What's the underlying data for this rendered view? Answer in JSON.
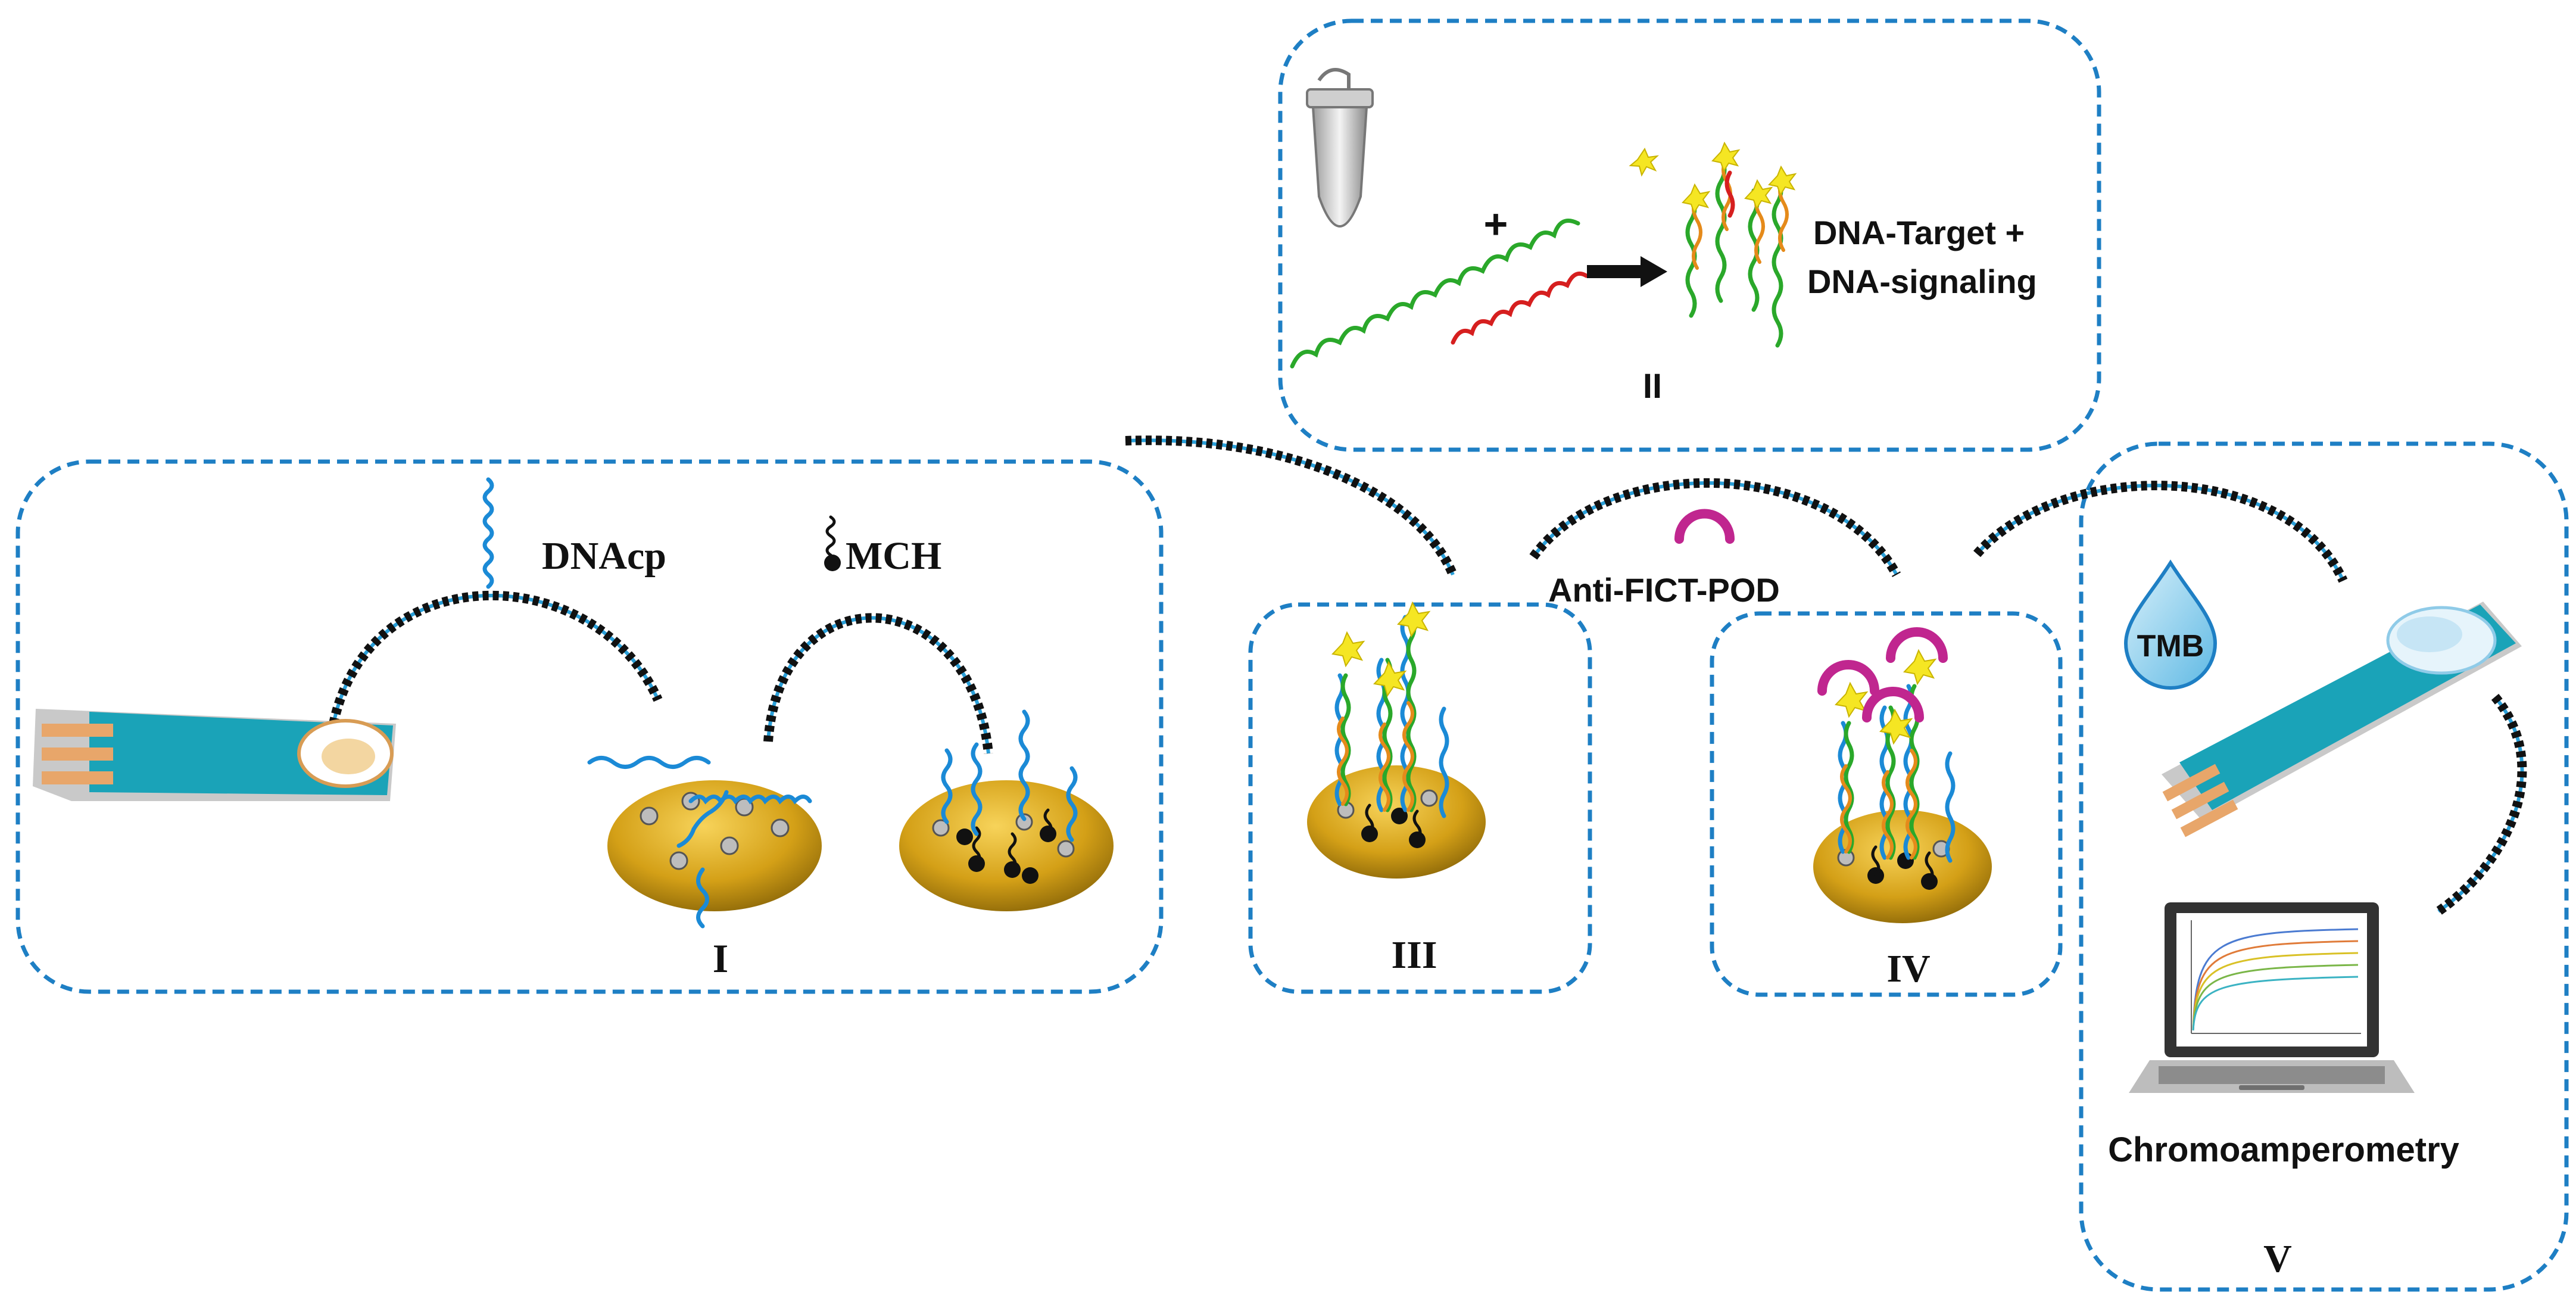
{
  "labels": {
    "dnacp": "DNAcp",
    "mch": "MCH",
    "step_i": "I",
    "step_ii": "II",
    "step_iii": "III",
    "step_iv": "IV",
    "step_v": "V",
    "dna_target_line1": "DNA-Target +",
    "dna_target_line2": "DNA-signaling",
    "anti_fict_pod": "Anti-FICT-POD",
    "tmb": "TMB",
    "chromoamperometry": "Chromoamperometry"
  },
  "colors": {
    "panel_border": "#1e7fc4",
    "electrode_teal": "#1aa3b8",
    "gold": "#d4a017",
    "dna_blue": "#1b8ad6",
    "dna_green": "#2aa82a",
    "dna_red": "#d61f1f",
    "pod_magenta": "#c0268f",
    "label_yellow": "#f5e623"
  }
}
